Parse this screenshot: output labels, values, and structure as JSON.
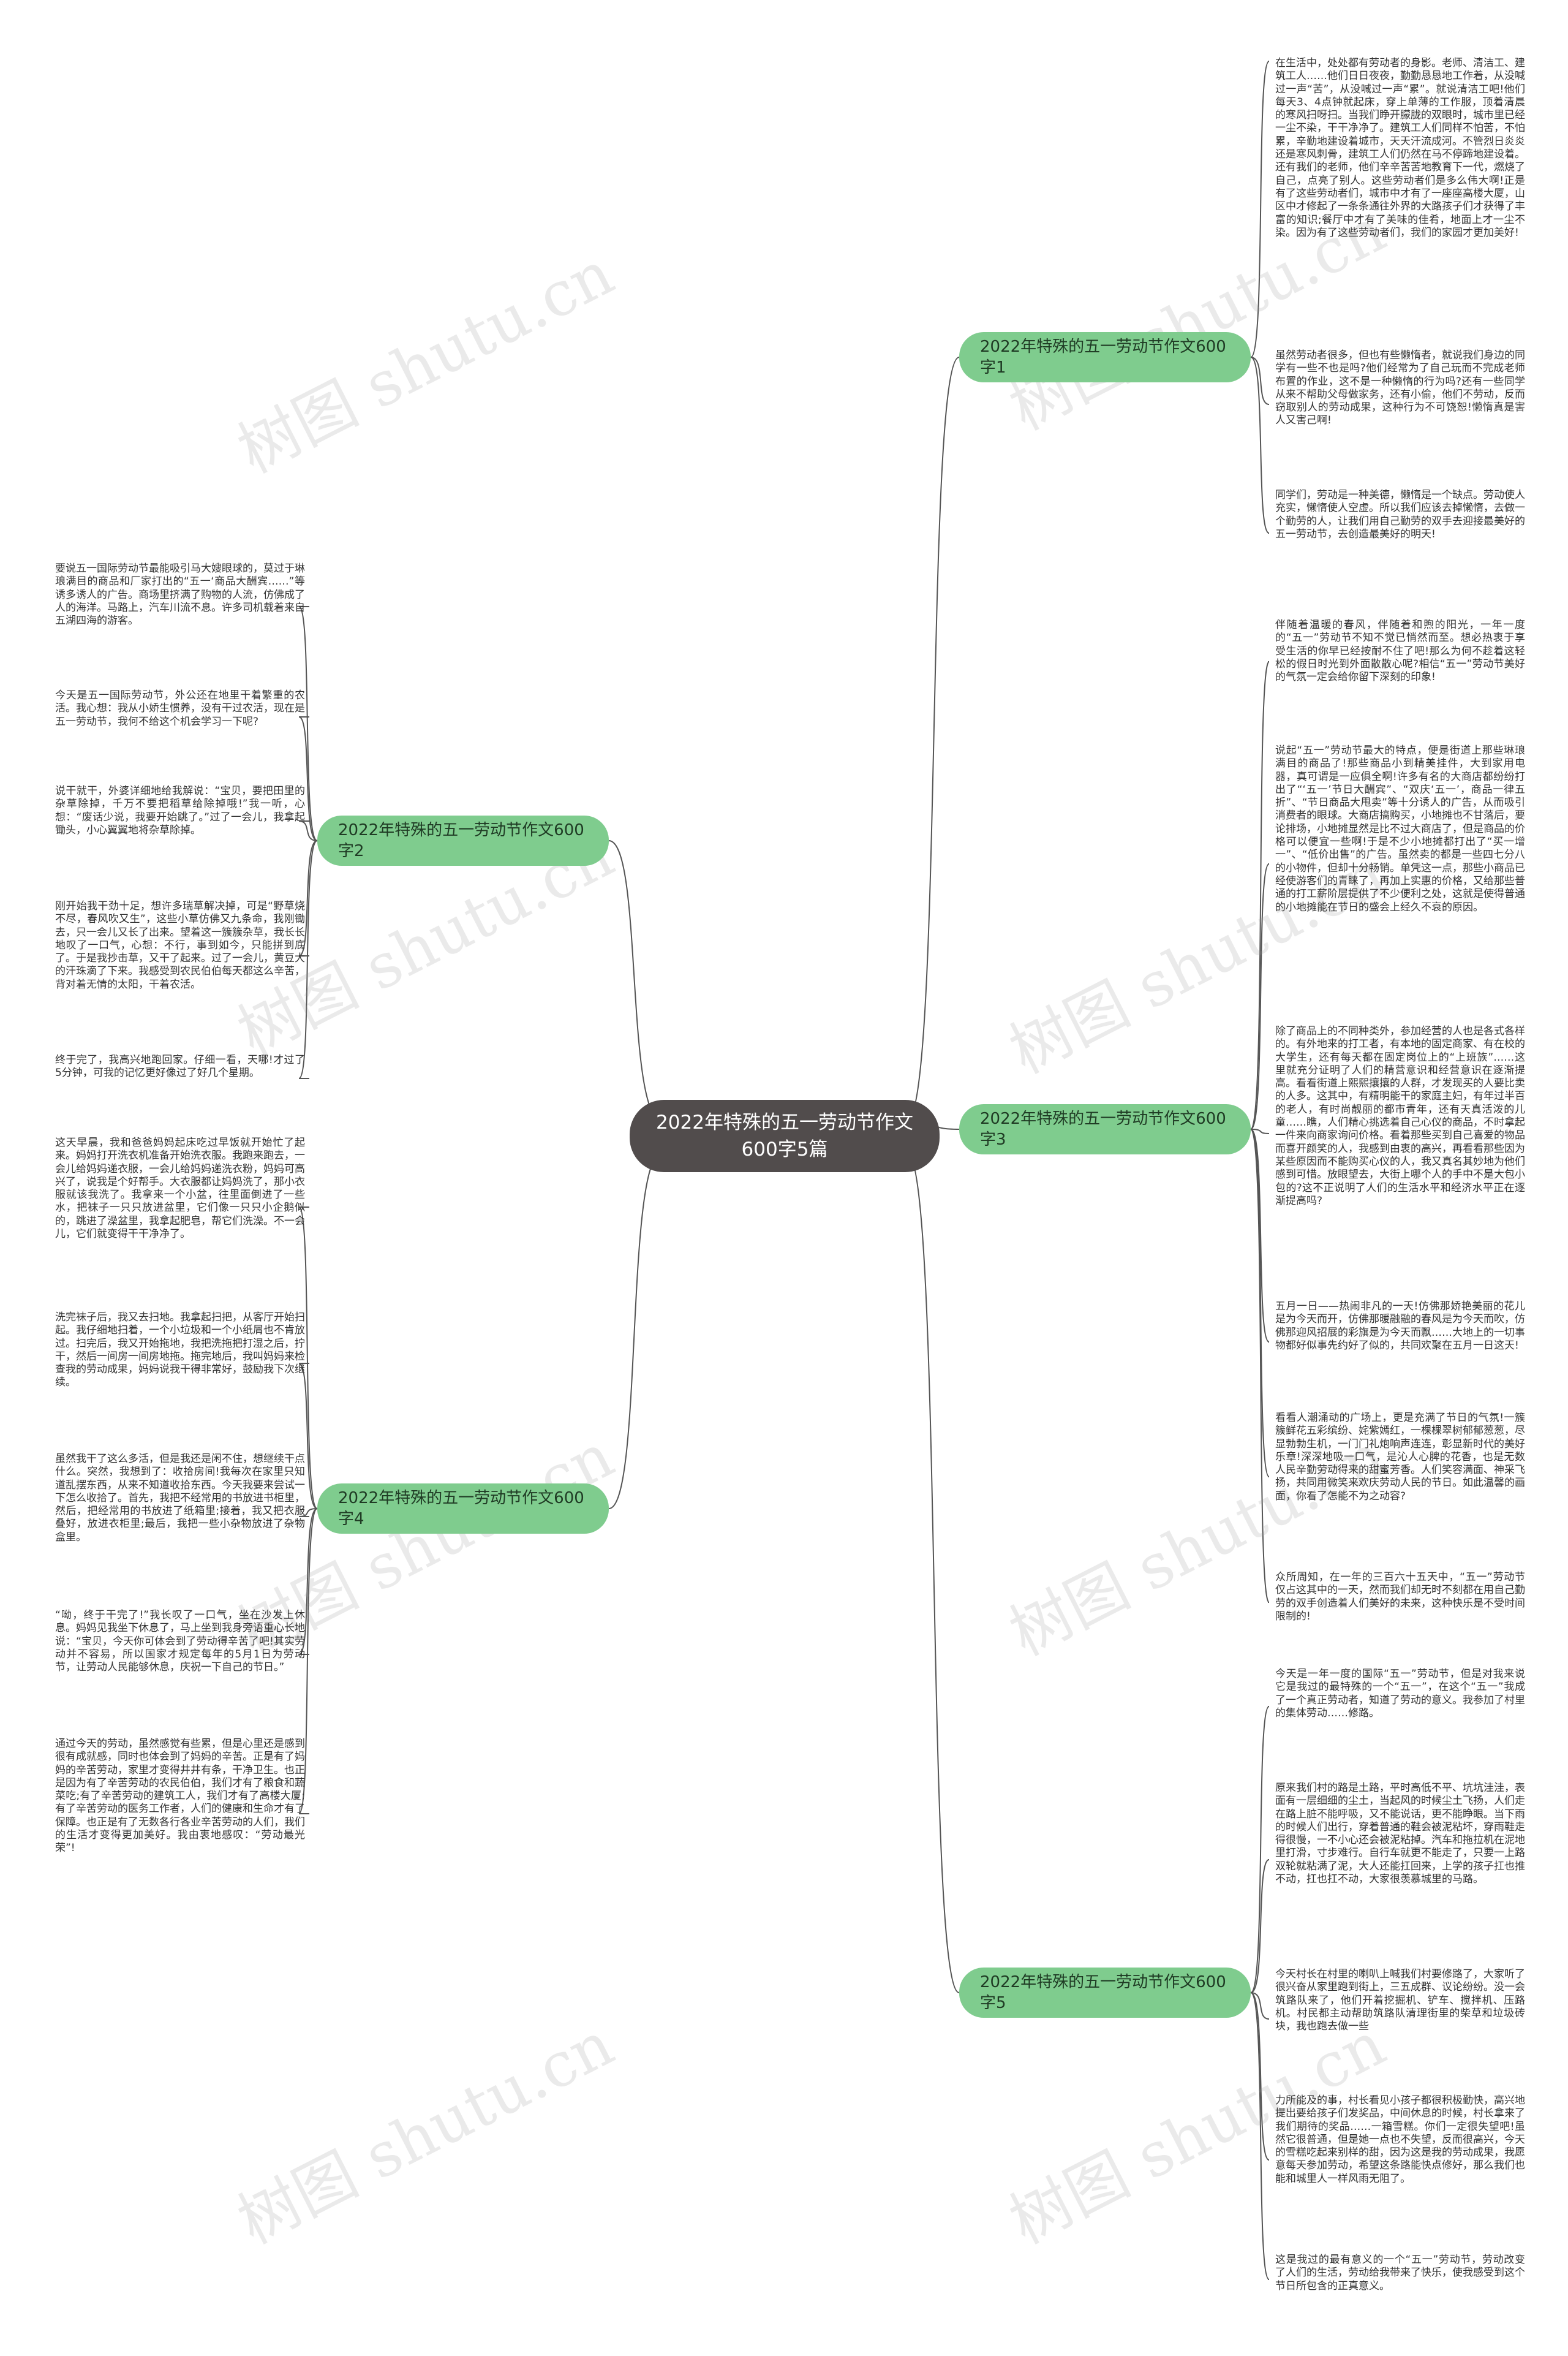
{
  "root": {
    "title": "2022年特殊的五一劳动节作文600字5篇"
  },
  "branches": [
    {
      "label": "2022年特殊的五一劳动节作文600字1"
    },
    {
      "label": "2022年特殊的五一劳动节作文600字2"
    },
    {
      "label": "2022年特殊的五一劳动节作文600字3"
    },
    {
      "label": "2022年特殊的五一劳动节作文600字4"
    },
    {
      "label": "2022年特殊的五一劳动节作文600字5"
    }
  ],
  "leaves": [
    {
      "branch": 1,
      "text": "在生活中，处处都有劳动者的身影。老师、清洁工、建筑工人……他们日日夜夜，勤勤恳恳地工作着，从没喊过一声“苦”，从没喊过一声“累”。就说清洁工吧!他们每天3、4点钟就起床，穿上单薄的工作服，顶着清晨的寒风扫呀扫。当我们睁开朦胧的双眼时，城市里已经一尘不染，干干净净了。建筑工人们同样不怕苦，不怕累，辛勤地建设着城市，天天汗流成河。不管烈日炎炎还是寒风刺骨，建筑工人们仍然在马不停蹄地建设着。还有我们的老师，他们辛辛苦苦地教育下一代，燃烧了自己，点亮了别人。这些劳动者们是多么伟大啊!正是有了这些劳动者们，城市中才有了一座座高楼大厦，山区中才修起了一条条通往外界的大路孩子们才获得了丰富的知识;餐厅中才有了美味的佳肴，地面上才一尘不染。因为有了这些劳动者们，我们的家园才更加美好!"
    },
    {
      "branch": 1,
      "text": "虽然劳动者很多，但也有些懒惰者，就说我们身边的同学有一些不也是吗?他们经常为了自己玩而不完成老师布置的作业，这不是一种懒惰的行为吗?还有一些同学从来不帮助父母做家务，还有小偷，他们不劳动，反而窃取别人的劳动成果，这种行为不可饶恕!懒惰真是害人又害己啊!"
    },
    {
      "branch": 1,
      "text": "同学们，劳动是一种美德，懒惰是一个缺点。劳动使人充实，懒惰使人空虚。所以我们应该去掉懒惰，去做一个勤劳的人，让我们用自己勤劳的双手去迎接最美好的五一劳动节，去创造最美好的明天!"
    },
    {
      "branch": 2,
      "text": "要说五一国际劳动节最能吸引马大嫂眼球的，莫过于琳琅满目的商品和厂家打出的“五一‘商品大酬宾……”等诱多诱人的广告。商场里挤满了购物的人流，仿佛成了人的海洋。马路上，汽车川流不息。许多司机载着来自五湖四海的游客。"
    },
    {
      "branch": 2,
      "text": "今天是五一国际劳动节，外公还在地里干着繁重的农活。我心想：我从小娇生惯养，没有干过农活，现在是五一劳动节，我何不给这个机会学习一下呢?"
    },
    {
      "branch": 2,
      "text": "说干就干，外婆详细地给我解说：“宝贝，要把田里的杂草除掉，千万不要把稻草给除掉哦!”我一听，心想：“废话少说，我要开始跳了。”过了一会儿，我拿起锄头，小心翼翼地将杂草除掉。"
    },
    {
      "branch": 2,
      "text": "刚开始我干劲十足，想许多瑞草解决掉，可是“野草烧不尽，春风吹又生”，这些小草仿佛又九条命，我刚锄去，只一会儿又长了出来。望着这一簇簇杂草，我长长地叹了一口气，心想：不行，事到如今，只能拼到底了。于是我抄击草，又干了起来。过了一会儿，黄豆大的汗珠滴了下来。我感受到农民伯伯每天都这么辛苦，背对着无情的太阳，干着农活。"
    },
    {
      "branch": 2,
      "text": "终于完了，我高兴地跑回家。仔细一看，天哪!才过了5分钟，可我的记忆更好像过了好几个星期。"
    },
    {
      "branch": 3,
      "text": "伴随着温暖的春风，伴随着和煦的阳光，一年一度的“五一”劳动节不知不觉已悄然而至。想必热衷于享受生活的你早已经按耐不住了吧!那么为何不趁着这轻松的假日时光到外面散散心呢?相信“五一”劳动节美好的气氛一定会给你留下深刻的印象!"
    },
    {
      "branch": 3,
      "text": "说起“五一”劳动节最大的特点，便是街道上那些琳琅满目的商品了!那些商品小到精美挂件，大到家用电器，真可谓是一应俱全啊!许多有名的大商店都纷纷打出了“‘五一’节日大酬宾”、“双庆‘五一’，商品一律五折”、“节日商品大甩卖”等十分诱人的广告，从而吸引消费者的眼球。大商店搞购买，小地摊也不甘落后，要论排场，小地摊显然是比不过大商店了，但是商品的价格可以便宜一些啊!于是不少小地摊都打出了“买一增一”、“低价出售”的广告。虽然卖的都是一些四七分八的小物件，但却十分畅销。单凭这一点，那些小商品已经使游客们的青睐了，再加上实惠的价格，又给那些普通的打工薪阶层提供了不少便利之处，这就是使得普通的小地摊能在节日的盛会上经久不衰的原因。"
    },
    {
      "branch": 3,
      "text": "除了商品上的不同种类外，参加经营的人也是各式各样的。有外地来的打工者，有本地的固定商家、有在校的大学生，还有每天都在固定岗位上的“上班族”……这里就充分证明了人们的精营意识和经营意识在逐渐提高。看看街道上熙熙攘攘的人群，才发现买的人要比卖的人多。这其中，有精明能干的家庭主妇，有年过半百的老人，有时尚靓丽的都市青年，还有天真活泼的儿童……瞧，人们精心挑选着自己心仪的商品，不时拿起一件来向商家询问价格。看着那些买到自己喜爱的物品而喜开颜笑的人，我感到由衷的高兴，再看看那些因为某些原因而不能购买心仪的人，我又真名其妙地为他们感到可惜。放眼望去，大街上哪个人的手中不是大包小包的?这不正说明了人们的生活水平和经济水平正在逐渐提高吗?"
    },
    {
      "branch": 3,
      "text": "五月一日——热闹非凡的一天!仿佛那娇艳美丽的花儿是为今天而开，仿佛那暖融融的春风是为今天而吹，仿佛那迎风招展的彩旗是为今天而飘……大地上的一切事物都好似事先约好了似的，共同欢聚在五月一日这天!"
    },
    {
      "branch": 3,
      "text": "看看人潮涌动的广场上，更是充满了节日的气氛!一簇簇鲜花五彩缤纷、姹紫嫣红，一棵棵翠树郁郁葱葱，尽显勃勃生机，一门门礼炮响声连连，彰显新时代的美好乐章!深深地吸一口气，是沁人心脾的花香，也是无数人民辛勤劳动得来的甜蜜芳香。人们笑容满面、神采飞扬，共同用微笑来欢庆劳动人民的节日。如此温馨的画面，你看了怎能不为之动容?"
    },
    {
      "branch": 3,
      "text": "众所周知，在一年的三百六十五天中，“五一”劳动节仅占这其中的一天，然而我们却无时不刻都在用自己勤劳的双手创造着人们美好的未来，这种快乐是不受时间限制的!"
    },
    {
      "branch": 4,
      "text": "这天早晨，我和爸爸妈妈起床吃过早饭就开始忙了起来。妈妈打开洗衣机准备开始洗衣服。我跑来跑去，一会儿给妈妈递衣服，一会儿给妈妈递洗衣粉，妈妈可高兴了，说我是个好帮手。大衣服都让妈妈洗了，那小衣服就该我洗了。我拿来一个小盆，往里面倒进了一些水，把袜子一只只放进盆里，它们像一只只小企鹅似的，跳进了澡盆里，我拿起肥皂，帮它们洗澡。不一会儿，它们就变得干干净净了。"
    },
    {
      "branch": 4,
      "text": "洗完袜子后，我又去扫地。我拿起扫把，从客厅开始扫起。我仔细地扫着，一个小垃圾和一个小纸屑也不肯放过。扫完后，我又开始拖地，我把洗拖把打湿之后，拧干，然后一间房一间房地拖。拖完地后，我叫妈妈来检查我的劳动成果，妈妈说我干得非常好，鼓励我下次继续。"
    },
    {
      "branch": 4,
      "text": "虽然我干了这么多活，但是我还是闲不住，想继续干点什么。突然，我想到了：收拾房间!我每次在家里只知道乱摆东西，从来不知道收拾东西。今天我要来尝试一下怎么收拾了。首先，我把不经常用的书放进书柜里，然后，把经常用的书放进了纸箱里;接着，我又把衣服叠好，放进衣柜里;最后，我把一些小杂物放进了杂物盒里。"
    },
    {
      "branch": 4,
      "text": "“呦，终于干完了!”我长叹了一口气，坐在沙发上休息。妈妈见我坐下休息了，马上坐到我身旁语重心长地说：“宝贝，今天你可体会到了劳动得辛苦了吧!其实劳动并不容易，所以国家才规定每年的5月1日为劳动节，让劳动人民能够休息，庆祝一下自己的节日。”"
    },
    {
      "branch": 4,
      "text": "通过今天的劳动，虽然感觉有些累，但是心里还是感到很有成就感，同时也体会到了妈妈的辛苦。正是有了妈妈的辛苦劳动，家里才变得井井有条，干净卫生。也正是因为有了辛苦劳动的农民伯伯，我们才有了粮食和蔬菜吃;有了辛苦劳动的建筑工人，我们才有了高楼大厦;有了辛苦劳动的医务工作者，人们的健康和生命才有了保障。也正是有了无数各行各业辛苦劳动的人们，我们的生活才变得更加美好。我由衷地感叹：“劳动最光荣”!"
    },
    {
      "branch": 5,
      "text": "今天是一年一度的国际“五一”劳动节，但是对我来说它是我过的最特殊的一个“五一”，在这个“五一”我成了一个真正劳动者，知道了劳动的意义。我参加了村里的集体劳动……修路。"
    },
    {
      "branch": 5,
      "text": "原来我们村的路是土路，平时高低不平、坑坑洼洼，表面有一层细细的尘土，当起风的时候尘土飞扬，人们走在路上脏不能呼吸，又不能说话，更不能睁眼。当下雨的时候人们出行，穿着普通的鞋会被泥粘坏，穿雨鞋走得很慢，一不小心还会被泥粘掉。汽车和拖拉机在泥地里打滑，寸步难行。自行车就更不能走了，只要一上路双轮就粘满了泥，大人还能扛回来，上学的孩子扛也推不动，扛也扛不动，大家很羡慕城里的马路。"
    },
    {
      "branch": 5,
      "text": "今天村长在村里的喇叭上喊我们村要修路了，大家听了很兴奋从家里跑到街上，三五成群、议论纷纷。没一会筑路队来了，他们开着挖掘机、铲车、搅拌机、压路机。村民都主动帮助筑路队清理街里的柴草和垃圾砖块，我也跑去做一些"
    },
    {
      "branch": 5,
      "text": "力所能及的事，村长看见小孩子都很积极勤快，高兴地提出要给孩子们发奖品，中间休息的时候，村长拿来了我们期待的奖品……一箱雪糕。你们一定很失望吧!虽然它很普通，但是她一点也不失望，反而很高兴，今天的雪糕吃起来别样的甜，因为这是我的劳动成果，我愿意每天参加劳动，希望这条路能快点修好，那么我们也能和城里人一样风雨无阻了。"
    },
    {
      "branch": 5,
      "text": "这是我过的最有意义的一个“五一”劳动节，劳动改变了人们的生活，劳动给我带来了快乐，使我感受到这个节日所包含的正真意义。"
    }
  ],
  "watermark": {
    "text": "树图 shutu.cn"
  }
}
